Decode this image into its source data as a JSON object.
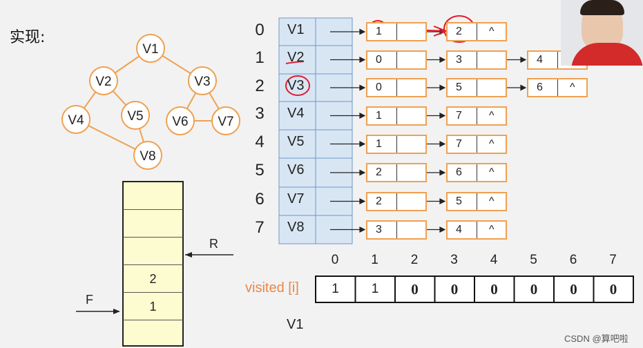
{
  "title": "实现:",
  "graph": {
    "vertices": [
      "V1",
      "V2",
      "V3",
      "V4",
      "V5",
      "V6",
      "V7",
      "V8"
    ],
    "edges": [
      [
        "V1",
        "V2"
      ],
      [
        "V1",
        "V3"
      ],
      [
        "V2",
        "V4"
      ],
      [
        "V2",
        "V5"
      ],
      [
        "V3",
        "V6"
      ],
      [
        "V3",
        "V7"
      ],
      [
        "V4",
        "V8"
      ],
      [
        "V5",
        "V8"
      ],
      [
        "V6",
        "V7"
      ]
    ]
  },
  "adjacency": {
    "indices": [
      "0",
      "1",
      "2",
      "3",
      "4",
      "5",
      "6",
      "7"
    ],
    "vertices": [
      "V1",
      "V2",
      "V3",
      "V4",
      "V5",
      "V6",
      "V7",
      "V8"
    ],
    "lists": [
      [
        "1",
        "2"
      ],
      [
        "0",
        "3",
        "4"
      ],
      [
        "0",
        "5",
        "6"
      ],
      [
        "1",
        "7"
      ],
      [
        "1",
        "7"
      ],
      [
        "2",
        "6"
      ],
      [
        "2",
        "5"
      ],
      [
        "3",
        "4"
      ]
    ],
    "null_symbol": "^"
  },
  "queue": {
    "cells": [
      "",
      "",
      "",
      "2",
      "1",
      ""
    ],
    "rear_label": "R",
    "front_label": "F"
  },
  "visited": {
    "label": "visited [i]",
    "indices": [
      "0",
      "1",
      "2",
      "3",
      "4",
      "5",
      "6",
      "7"
    ],
    "values": [
      "1",
      "1",
      "0",
      "0",
      "0",
      "0",
      "0",
      "0"
    ]
  },
  "output": "V1",
  "watermark": "CSDN @算吧啦",
  "colors": {
    "accent": "#f0a050",
    "table_bg": "#d8e6f4",
    "table_border": "#6e96c8",
    "queue_bg": "#fdfbd0",
    "annotation": "#e01c2c"
  }
}
